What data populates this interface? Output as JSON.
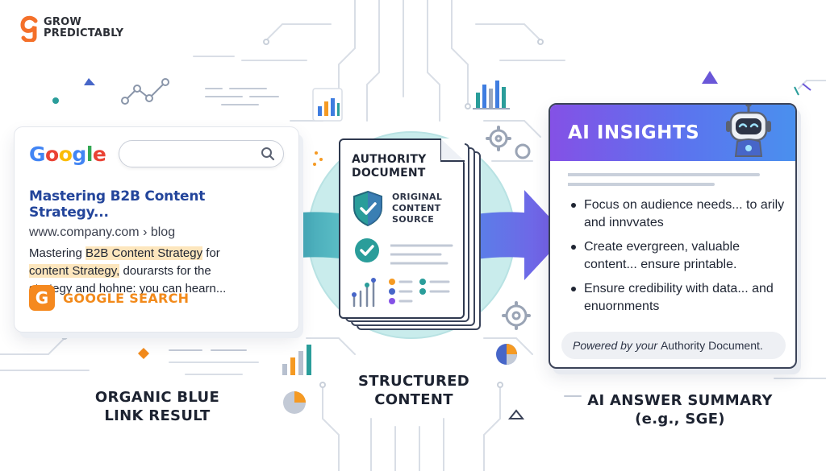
{
  "brand": {
    "line1": "GROW",
    "line2": "PREDICTABLY",
    "color": "#f4702a"
  },
  "google_card": {
    "logo": "Google",
    "logo_letters": [
      "G",
      "o",
      "o",
      "g",
      "l",
      "e"
    ],
    "logo_colors": [
      "#4285f4",
      "#ea4335",
      "#fbbc05",
      "#4285f4",
      "#34a853",
      "#ea4335"
    ],
    "result_title": "Mastering B2B Content Strategy...",
    "result_url": "www.company.com › blog",
    "snippet": {
      "line1_a": "Mastering ",
      "line1_hl": "B2B Content Strategy",
      "line1_b": " for",
      "line2_hl": "content Strategy,",
      "line2_b": " dourarsts for the",
      "line3": "strategy and hohne: you can hearn..."
    },
    "badge_icon": "G",
    "badge_label": "GOOGLE SEARCH",
    "badge_color": "#f5891f"
  },
  "document": {
    "title_line1": "AUTHORITY",
    "title_line2": "DOCUMENT",
    "source_line1": "ORIGINAL",
    "source_line2": "CONTENT",
    "source_line3": "SOURCE",
    "accent": "#2a9d9a"
  },
  "ai_card": {
    "title": "AI INSIGHTS",
    "bullets": [
      "Focus on audience needs... to arily and innvvates",
      "Create evergreen, valuable content... ensure printable.",
      "Ensure credibility with data... and enuornments"
    ],
    "footer_italic": "Powered by your ",
    "footer_plain": "Authority Document."
  },
  "labels": {
    "organic_line1": "ORGANIC BLUE",
    "organic_line2": "LINK RESULT",
    "structured_line1": "STRUCTURED",
    "structured_line2": "CONTENT",
    "ai_line1": "AI ANSWER SUMMARY",
    "ai_line2": "(e.g., SGE)"
  },
  "icons": {
    "search": "search-icon",
    "shield_check": "shield-check-icon",
    "check": "check-circle-icon",
    "robot": "robot-icon",
    "gear": "gear-icon"
  }
}
